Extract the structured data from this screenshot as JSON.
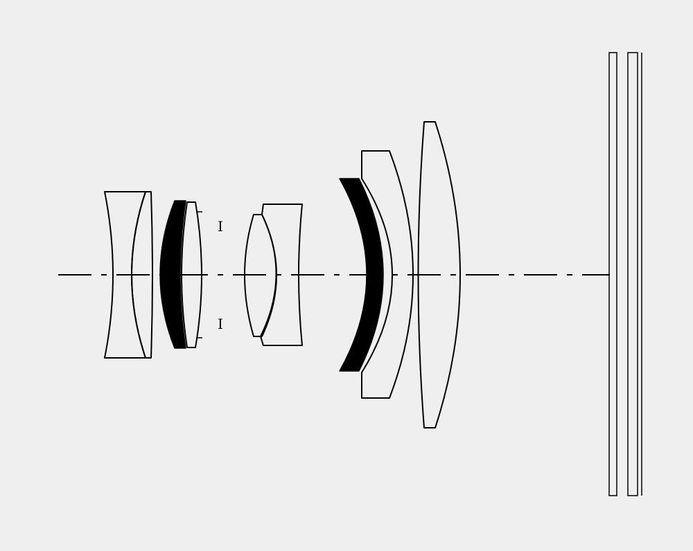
{
  "diagram": {
    "type": "optical-lens-layout",
    "stop_marks": [
      "I",
      "I"
    ],
    "colors": {
      "background": "#efefef",
      "line": "#000000",
      "filled_element": "#000000"
    }
  }
}
